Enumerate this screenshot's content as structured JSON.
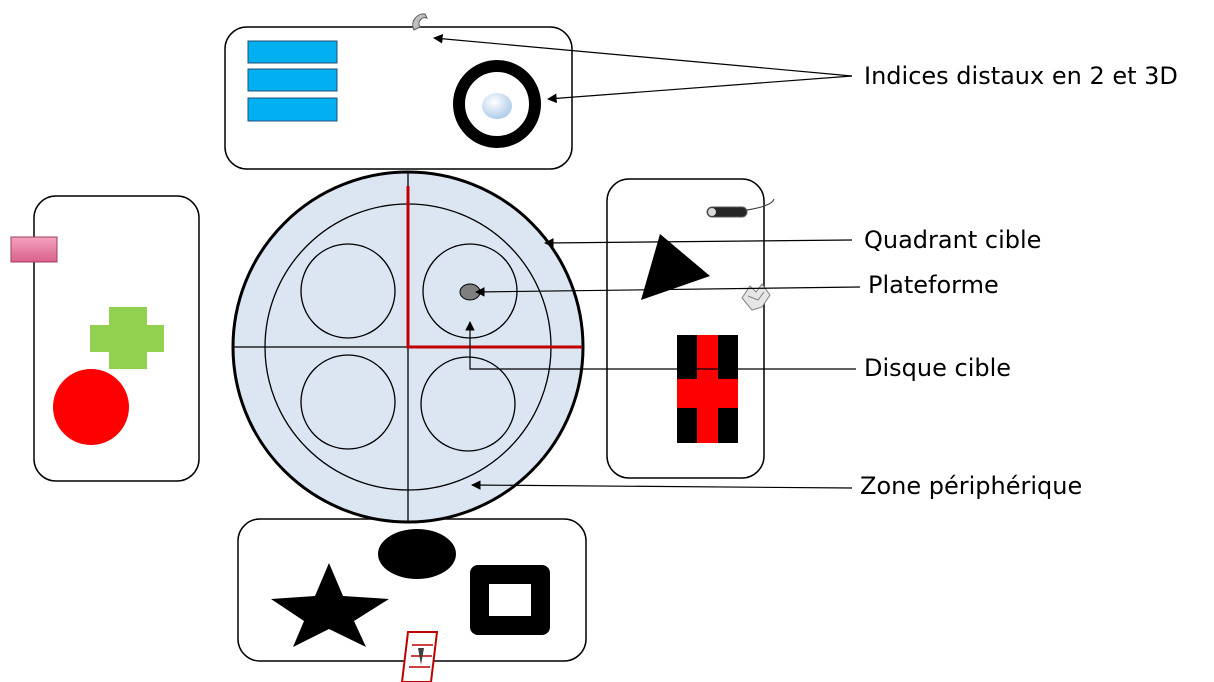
{
  "labels": {
    "distal_cues": "Indices distaux en 2 et 3D",
    "target_quadrant": "Quadrant cible",
    "platform": "Plateforme",
    "target_disc": "Disque cible",
    "peripheral_zone": "Zone périphérique"
  },
  "colors": {
    "pool_fill": "#dce6f2",
    "target_quadrant_border": "#c00000",
    "blue_bars": "#00b0f0",
    "pink_block": "#e8739a",
    "green_cross": "#92d050",
    "red_circle": "#ff0000",
    "platform": "#7f7f7f"
  },
  "icons": {
    "top_panel": [
      "blue-bars-icon",
      "gray-arc-3d-icon",
      "black-ring-icon"
    ],
    "left_panel": [
      "pink-block-3d-icon",
      "green-cross-icon",
      "red-circle-icon"
    ],
    "right_panel": [
      "pen-3d-icon",
      "black-triangle-icon",
      "small-3d-object-icon",
      "red-black-pattern-icon"
    ],
    "bottom_panel": [
      "black-star-icon",
      "black-ellipse-icon",
      "black-square-frame-icon",
      "ruler-3d-icon"
    ]
  }
}
